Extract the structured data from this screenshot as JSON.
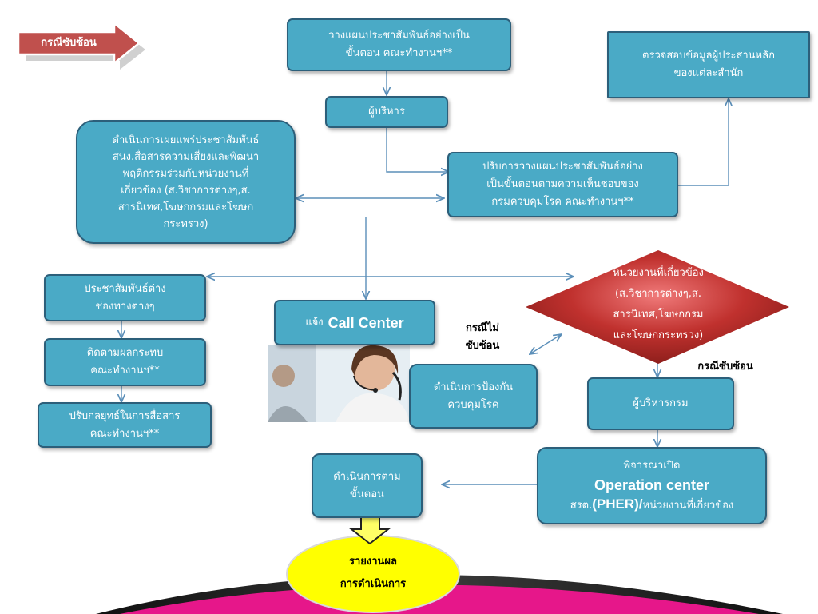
{
  "colors": {
    "box_fill": "#4aaac6",
    "box_border": "#2c5f7a",
    "arrow": "#5b8fb9",
    "diamond": "#c0312e",
    "tag_arrow": "#c0504d",
    "report_ellipse": "#ffff00",
    "down_arrow": "#ffff66",
    "swoosh_pink": "#e6178a"
  },
  "icons": {
    "photo": "call-center-agent-photo",
    "down_arrow": "down-arrow-icon"
  },
  "badge": {
    "label": "กรณีซับซ้อน"
  },
  "nodes": {
    "plan_pr": {
      "lines": [
        "วางแผนประชาสัมพันธ์อย่างเป็น",
        "ขั้นตอน คณะทำงานฯ**"
      ]
    },
    "check_info": {
      "lines": [
        "ตรวจสอบข้อมูลผู้ประสานหลัก",
        "ของแต่ละสำนัก"
      ]
    },
    "executives": {
      "lines": [
        "ผู้บริหาร"
      ]
    },
    "disseminate": {
      "lines": [
        "ดำเนินการเผยแพร่ประชาสัมพันธ์",
        "สนง.สื่อสารความเสี่ยงและพัฒนา",
        "พฤติกรรมร่วมกับหน่วยงานที่",
        "เกี่ยวข้อง (ส.วิชาการต่างๆ,ส.",
        "สารนิเทศ,โฆษกกรมและโฆษก",
        "กระทรวง)"
      ]
    },
    "adjust_plan": {
      "lines": [
        "ปรับการวางแผนประชาสัมพันธ์อย่าง",
        "เป็นขั้นตอนตามความเห็นชอบของ",
        "กรมควบคุมโรค คณะทำงานฯ**"
      ]
    },
    "pr_channels": {
      "lines": [
        "ประชาสัมพันธ์ต่าง",
        "ช่องทางต่างๆ"
      ]
    },
    "call_center": {
      "prefix": "แจ้ง",
      "name": "Call Center"
    },
    "agencies": {
      "lines": [
        "หน่วยงานที่เกี่ยวข้อง",
        "(ส.วิชาการต่างๆ,ส.",
        "สารนิเทศ,โฆษกกรม",
        "และโฆษกกระทรวง)"
      ]
    },
    "track_impact": {
      "lines": [
        "ติดตามผลกระทบ",
        "คณะทำงานฯ**"
      ]
    },
    "prevention": {
      "lines": [
        "ดำเนินการป้องกัน",
        "ควบคุมโรค"
      ]
    },
    "dept_executives": {
      "lines": [
        "ผู้บริหารกรม"
      ]
    },
    "adjust_strategy": {
      "lines": [
        "ปรับกลยุทธ์ในการสื่อสาร",
        "คณะทำงานฯ**"
      ]
    },
    "follow_steps": {
      "lines": [
        "ดำเนินการตาม",
        "ขั้นตอน"
      ]
    },
    "operation_center": {
      "line1": "พิจารณาเปิด",
      "line2": "Operation center",
      "line3_prefix": "สรต.",
      "line3_bold": "(PHER)/",
      "line3_suffix": "หน่วยงานที่เกี่ยวข้อง"
    },
    "report": {
      "lines": [
        "รายงานผล",
        "การดำเนินการ"
      ]
    }
  },
  "tags": {
    "not_complex": [
      "กรณีไม่",
      "ซับซ้อน"
    ],
    "complex": "กรณีซับซ้อน"
  }
}
